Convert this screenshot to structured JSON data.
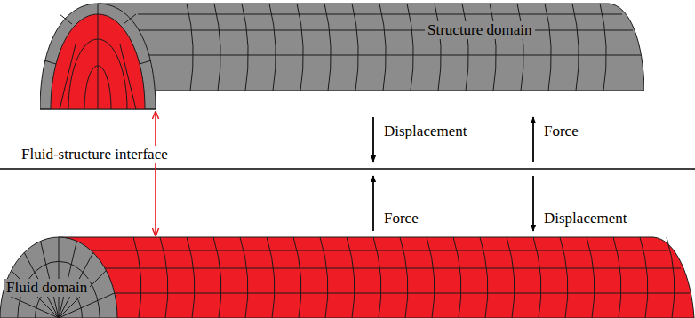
{
  "diagram": {
    "nodes": [
      {
        "text": [
          "Structure domain"
        ]
      },
      {
        "text": [
          "Fluid domain"
        ]
      }
    ],
    "edges": [
      {
        "from": 0,
        "to": 1,
        "arrow": "both"
      }
    ],
    "labels": [
      "Fluid-structure interface",
      "Displacement",
      "Force",
      "Force",
      "Displacement"
    ]
  }
}
